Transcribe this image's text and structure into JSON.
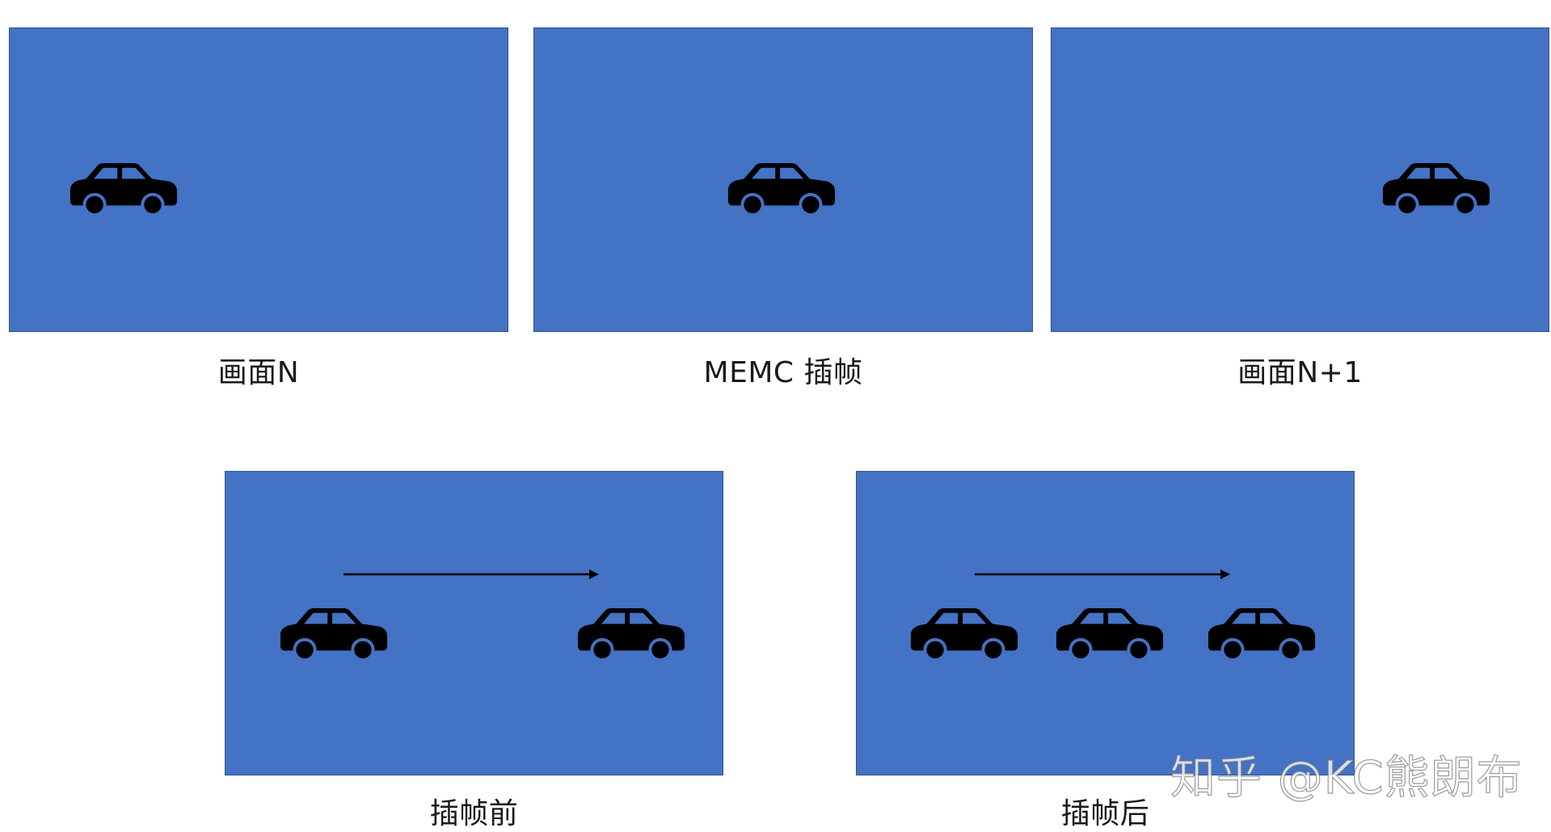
{
  "colors": {
    "panel_fill": "#4472c4",
    "panel_border": "#2f528f",
    "car": "#000000",
    "arrow": "#000000",
    "caption_text": "#1a1a1a"
  },
  "icons": {
    "car": "car-icon",
    "arrow": "right-arrow-icon"
  },
  "captions": {
    "frame_n": "画面N",
    "memc": "MEMC 插帧",
    "frame_n1": "画面N+1",
    "before": "插帧前",
    "after": "插帧后"
  },
  "watermark": "知乎 @KC熊朗布"
}
